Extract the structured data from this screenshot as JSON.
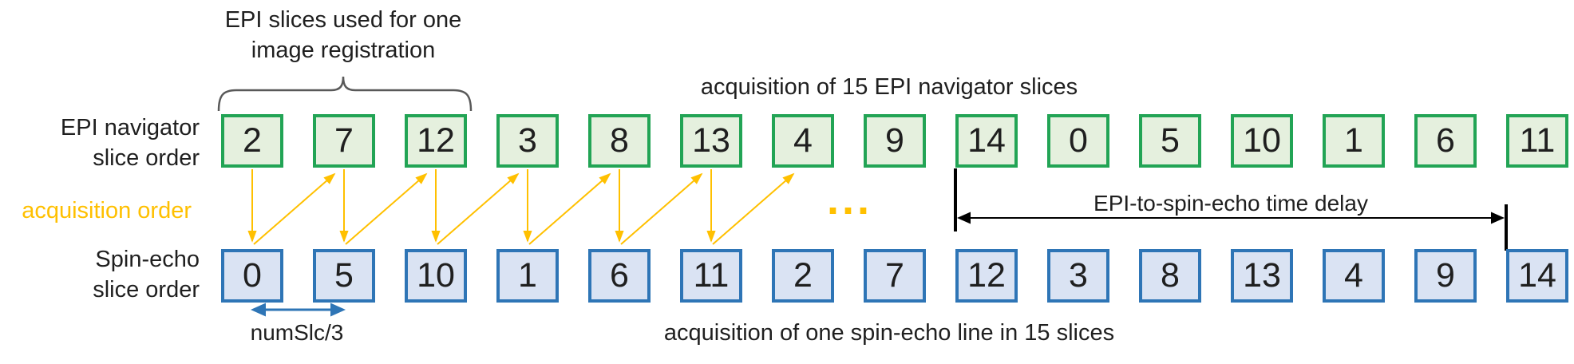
{
  "diagram": {
    "brace_label_line1": "EPI slices used for one",
    "brace_label_line2": "image registration",
    "epi_caption": "acquisition of 15 EPI navigator slices",
    "epi_row_label_line1": "EPI navigator",
    "epi_row_label_line2": "slice order",
    "acquisition_order_label": "acquisition order",
    "spin_row_label_line1": "Spin-echo",
    "spin_row_label_line2": "slice order",
    "ellipsis": "...",
    "time_delay_label": "EPI-to-spin-echo time delay",
    "numslc_label": "numSlc/3",
    "spin_caption": "acquisition of one spin-echo line in 15 slices"
  },
  "epi_slices": [
    "2",
    "7",
    "12",
    "3",
    "8",
    "13",
    "4",
    "9",
    "14",
    "0",
    "5",
    "10",
    "1",
    "6",
    "11"
  ],
  "spin_slices": [
    "0",
    "5",
    "10",
    "1",
    "6",
    "11",
    "2",
    "7",
    "12",
    "3",
    "8",
    "13",
    "4",
    "9",
    "14"
  ],
  "colors": {
    "epi_box_border": "#22a455",
    "epi_box_fill": "#e5f0de",
    "spin_box_border": "#2e75b6",
    "spin_box_fill": "#dae3f3",
    "acquisition_accent": "#ffc000",
    "time_delay_line": "#000000",
    "brace_line": "#595959",
    "text": "#1f1f1f"
  }
}
